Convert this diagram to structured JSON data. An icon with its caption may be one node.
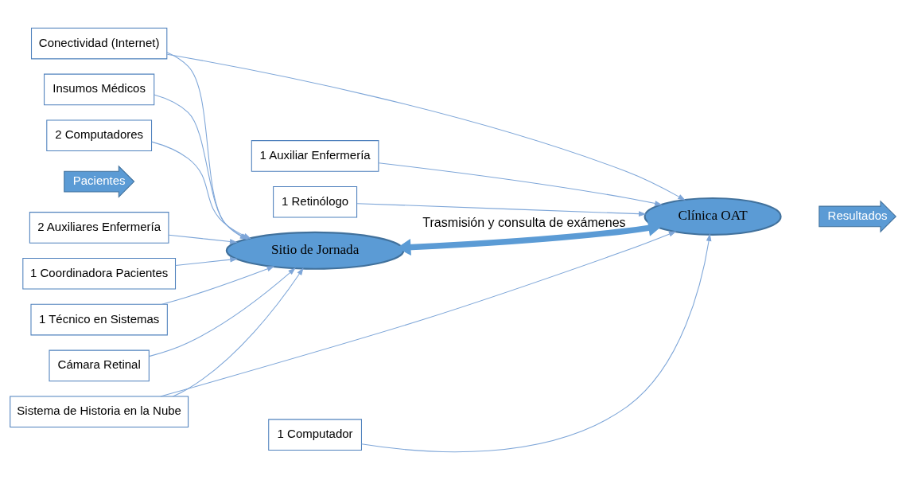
{
  "diagram": {
    "nodes": [
      {
        "text": [
          "Sitio de Jornada"
        ]
      },
      {
        "text": [
          "Clínica OAT"
        ]
      },
      {
        "text": [
          "Pacientes"
        ]
      },
      {
        "text": [
          "Resultados"
        ]
      },
      {
        "text": [
          "2 Auxiliares Enfermería"
        ]
      },
      {
        "text": [
          "1 Coordinadora Pacientes"
        ]
      },
      {
        "text": [
          "1 Técnico en Sistemas"
        ]
      },
      {
        "text": [
          "1 Auxiliar Enfermería"
        ]
      },
      {
        "text": [
          "1 Retinólogo"
        ]
      },
      {
        "text": [
          "Cámara Retinal"
        ]
      },
      {
        "text": [
          "Conectividad (Internet)"
        ]
      },
      {
        "text": [
          "Sistema de Historia en la Nube"
        ]
      },
      {
        "text": [
          "Insumos Médicos"
        ]
      },
      {
        "text": [
          "2 Computadores"
        ]
      },
      {
        "text": [
          "1 Computador"
        ]
      }
    ],
    "edges": [
      {
        "from": 4,
        "to": 0,
        "arrow": "to"
      },
      {
        "from": 5,
        "to": 0,
        "arrow": "to"
      },
      {
        "from": 6,
        "to": 0,
        "arrow": "to"
      },
      {
        "from": 7,
        "to": 1,
        "arrow": "to"
      },
      {
        "from": 8,
        "to": 1,
        "arrow": "to"
      },
      {
        "from": 0,
        "to": 1,
        "arrow": "both",
        "label": "Trasmisión y consulta de exámenes",
        "style": "thick",
        "color": "#5b9bd5"
      },
      {
        "from": 9,
        "to": 0,
        "arrow": "to"
      },
      {
        "from": 10,
        "to": 0,
        "arrow": "to"
      },
      {
        "from": 10,
        "to": 1,
        "arrow": "to"
      },
      {
        "from": 11,
        "to": 0,
        "arrow": "to"
      },
      {
        "from": 11,
        "to": 1,
        "arrow": "to"
      },
      {
        "from": 12,
        "to": 0,
        "arrow": "to"
      },
      {
        "from": 13,
        "to": 0,
        "arrow": "to"
      },
      {
        "from": 14,
        "to": 1,
        "arrow": "to"
      }
    ]
  }
}
